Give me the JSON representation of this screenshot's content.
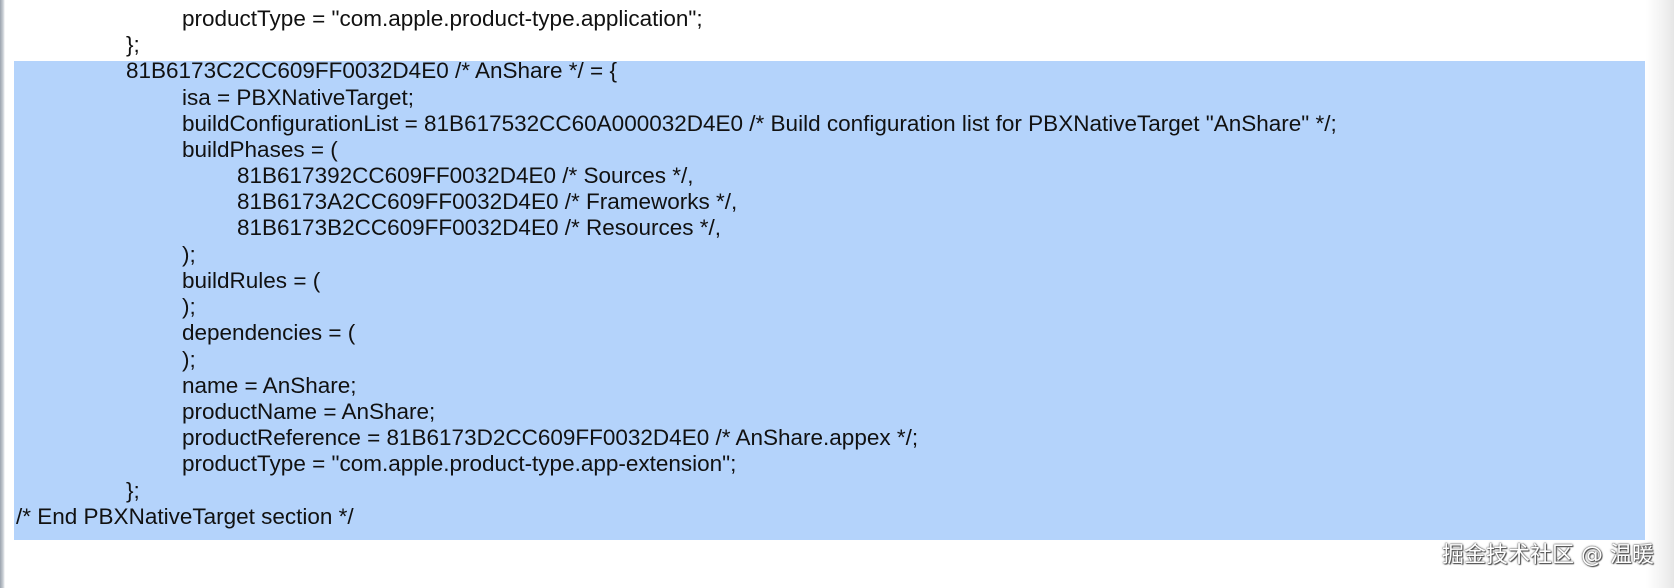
{
  "code": {
    "line_00": "productType = \"com.apple.product-type.application\";",
    "line_01": "};",
    "line_02": "81B6173C2CC609FF0032D4E0 /* AnShare */ = {",
    "line_03": "isa = PBXNativeTarget;",
    "line_04": "buildConfigurationList = 81B617532CC60A000032D4E0 /* Build configuration list for PBXNativeTarget \"AnShare\" */;",
    "line_05": "buildPhases = (",
    "line_06": "81B617392CC609FF0032D4E0 /* Sources */,",
    "line_07": "81B6173A2CC609FF0032D4E0 /* Frameworks */,",
    "line_08": "81B6173B2CC609FF0032D4E0 /* Resources */,",
    "line_09": ");",
    "line_10": "buildRules = (",
    "line_11": ");",
    "line_12": "dependencies = (",
    "line_13": ");",
    "line_14": "name = AnShare;",
    "line_15": "productName = AnShare;",
    "line_16": "productReference = 81B6173D2CC609FF0032D4E0 /* AnShare.appex */;",
    "line_17": "productType = \"com.apple.product-type.app-extension\";",
    "line_18": "};",
    "line_19": "/* End PBXNativeTarget section */"
  },
  "watermark": "掘金技术社区 @ 温暖",
  "colors": {
    "selection": "#b4d3fb",
    "text": "#111111",
    "background": "#ffffff"
  }
}
